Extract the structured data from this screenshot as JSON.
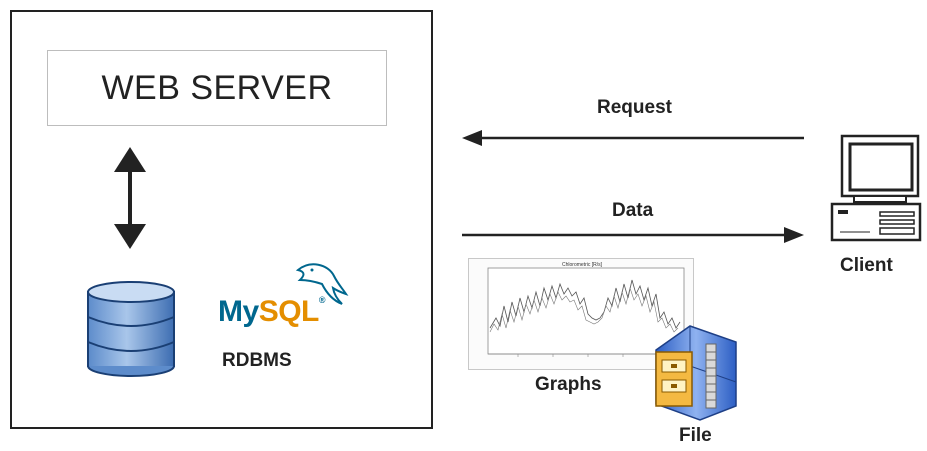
{
  "server": {
    "title": "WEB SERVER",
    "db_label": "RDBMS",
    "logo": {
      "my": "My",
      "sql": "SQL",
      "reg": "®"
    }
  },
  "flow": {
    "request": "Request",
    "data": "Data"
  },
  "client": {
    "label": "Client"
  },
  "outputs": {
    "graphs_label": "Graphs",
    "file_label": "File",
    "chart_title": "Chlorometric [R/s]"
  },
  "colors": {
    "db_fill": "#7ea6d8",
    "db_stroke": "#1a3f74",
    "mysql_blue": "#00678e",
    "mysql_orange": "#e48e00",
    "archive_blue": "#3a6fd1",
    "folder_yellow": "#f4b942"
  },
  "icons": [
    "database-icon",
    "mysql-logo",
    "computer-icon",
    "graph-thumbnail",
    "archive-icon"
  ]
}
